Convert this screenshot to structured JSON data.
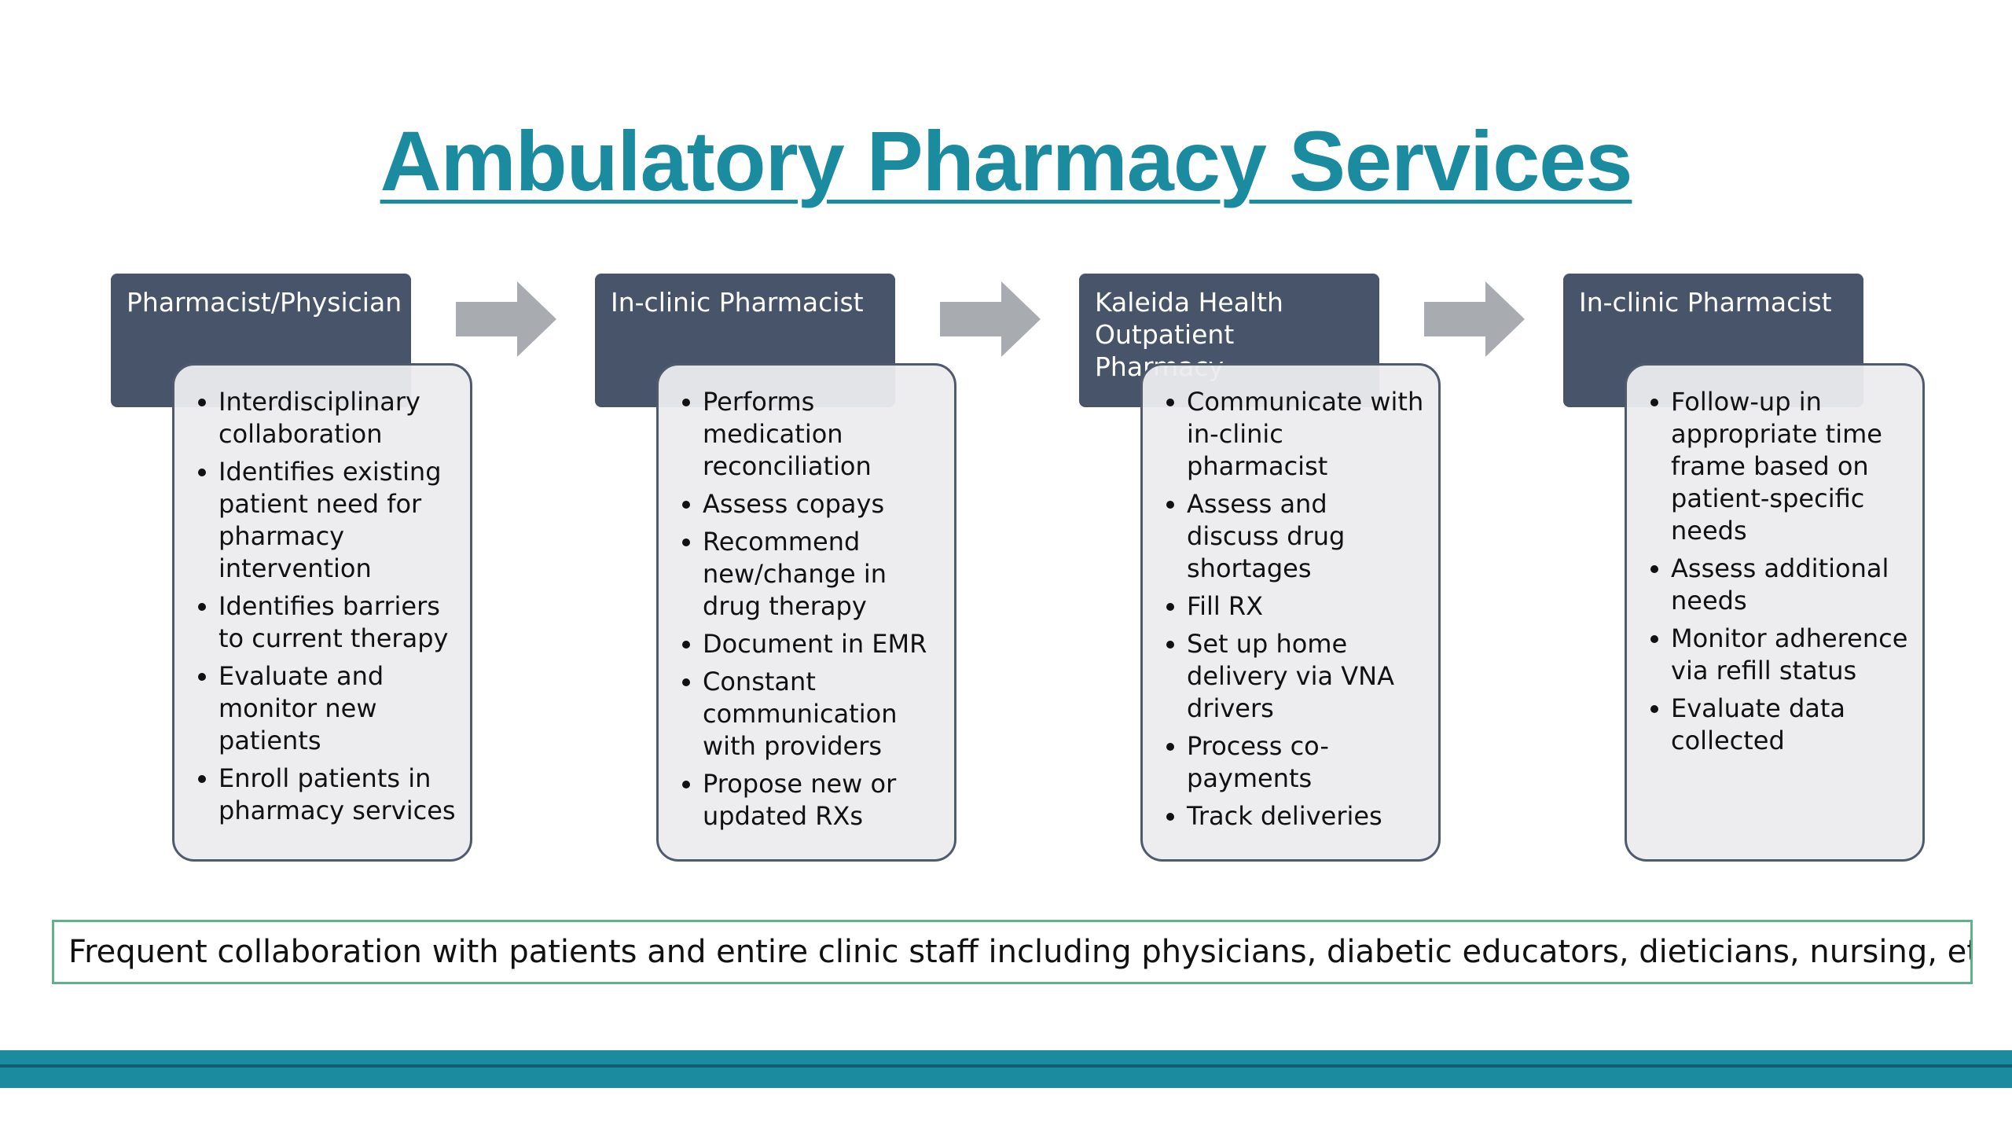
{
  "title": "Ambulatory Pharmacy Services",
  "stages": [
    {
      "header": "Pharmacist/Physician",
      "items": [
        "Interdisciplinary collaboration",
        "Identifies existing patient need for pharmacy intervention",
        "Identifies barriers to current therapy",
        "Evaluate and monitor new patients",
        "Enroll patients in pharmacy services"
      ]
    },
    {
      "header": "In-clinic Pharmacist",
      "items": [
        "Performs medication reconciliation",
        "Assess copays",
        "Recommend new/change in drug therapy",
        "Document in EMR",
        "Constant communication with providers",
        "Propose new or updated RXs"
      ]
    },
    {
      "header": "Kaleida Health\nOutpatient Pharmacy",
      "items": [
        "Communicate with in-clinic pharmacist",
        "Assess and discuss drug shortages",
        "Fill RX",
        "Set up home delivery via VNA drivers",
        "Process co-payments",
        "Track deliveries"
      ]
    },
    {
      "header": "In-clinic Pharmacist",
      "items": [
        "Follow-up in appropriate time frame based on patient-specific needs",
        "Assess additional needs",
        "Monitor adherence via refill status",
        "Evaluate data collected"
      ]
    }
  ],
  "footer_note": "Frequent collaboration with patients and entire clinic staff including physicians, diabetic educators, dieticians, nursing, etc",
  "colors": {
    "title": "#1b8ba0",
    "header_fill": "#475469",
    "card_fill": "#ececee",
    "card_border": "#4f5a6c",
    "arrow": "#a8abaf",
    "note_border": "#5fb38a",
    "bottom_bar": "#1b8ba0"
  }
}
